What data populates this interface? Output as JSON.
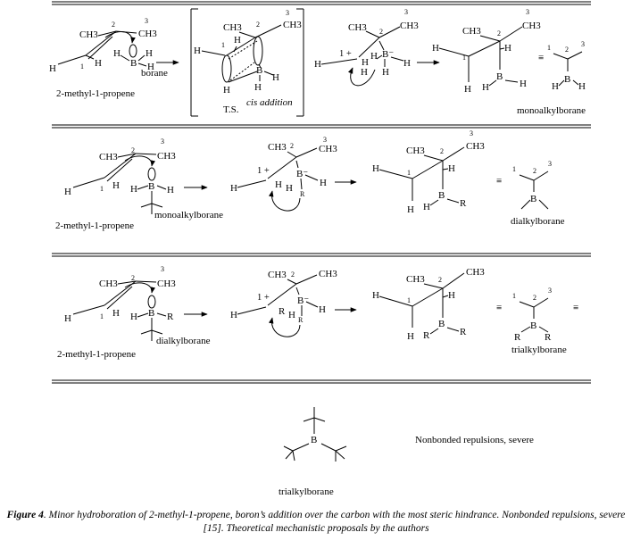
{
  "labels": {
    "ch3": "CH3",
    "h": "H",
    "b": "B",
    "r": "R",
    "n1": "1",
    "n2": "2",
    "n3": "3",
    "plus": "1 +",
    "b_minus": "B⁻",
    "equiv": "≡"
  },
  "row1": {
    "reactant_name": "2-methyl-1-propene",
    "reagent": "borane",
    "ts_label": "T.S.",
    "ts_note": "cis addition",
    "product_name": "monoalkylborane"
  },
  "row2": {
    "reactant_name": "2-methyl-1-propene",
    "reagent": "monoalkylborane",
    "product_name": "dialkylborane"
  },
  "row3": {
    "reactant_name": "2-methyl-1-propene",
    "reagent": "dialkylborane",
    "product_name": "trialkylborane"
  },
  "bottom": {
    "note": "Nonbonded repulsions, severe",
    "name": "trialkylborane"
  },
  "caption": {
    "figure": "Figure 4",
    "text": ". Minor hydroboration of 2-methyl-1-propene, boron’s addition over the carbon with the most steric hindrance. Nonbonded repulsions, severe [15]. Theoretical mechanistic proposals by the authors"
  }
}
